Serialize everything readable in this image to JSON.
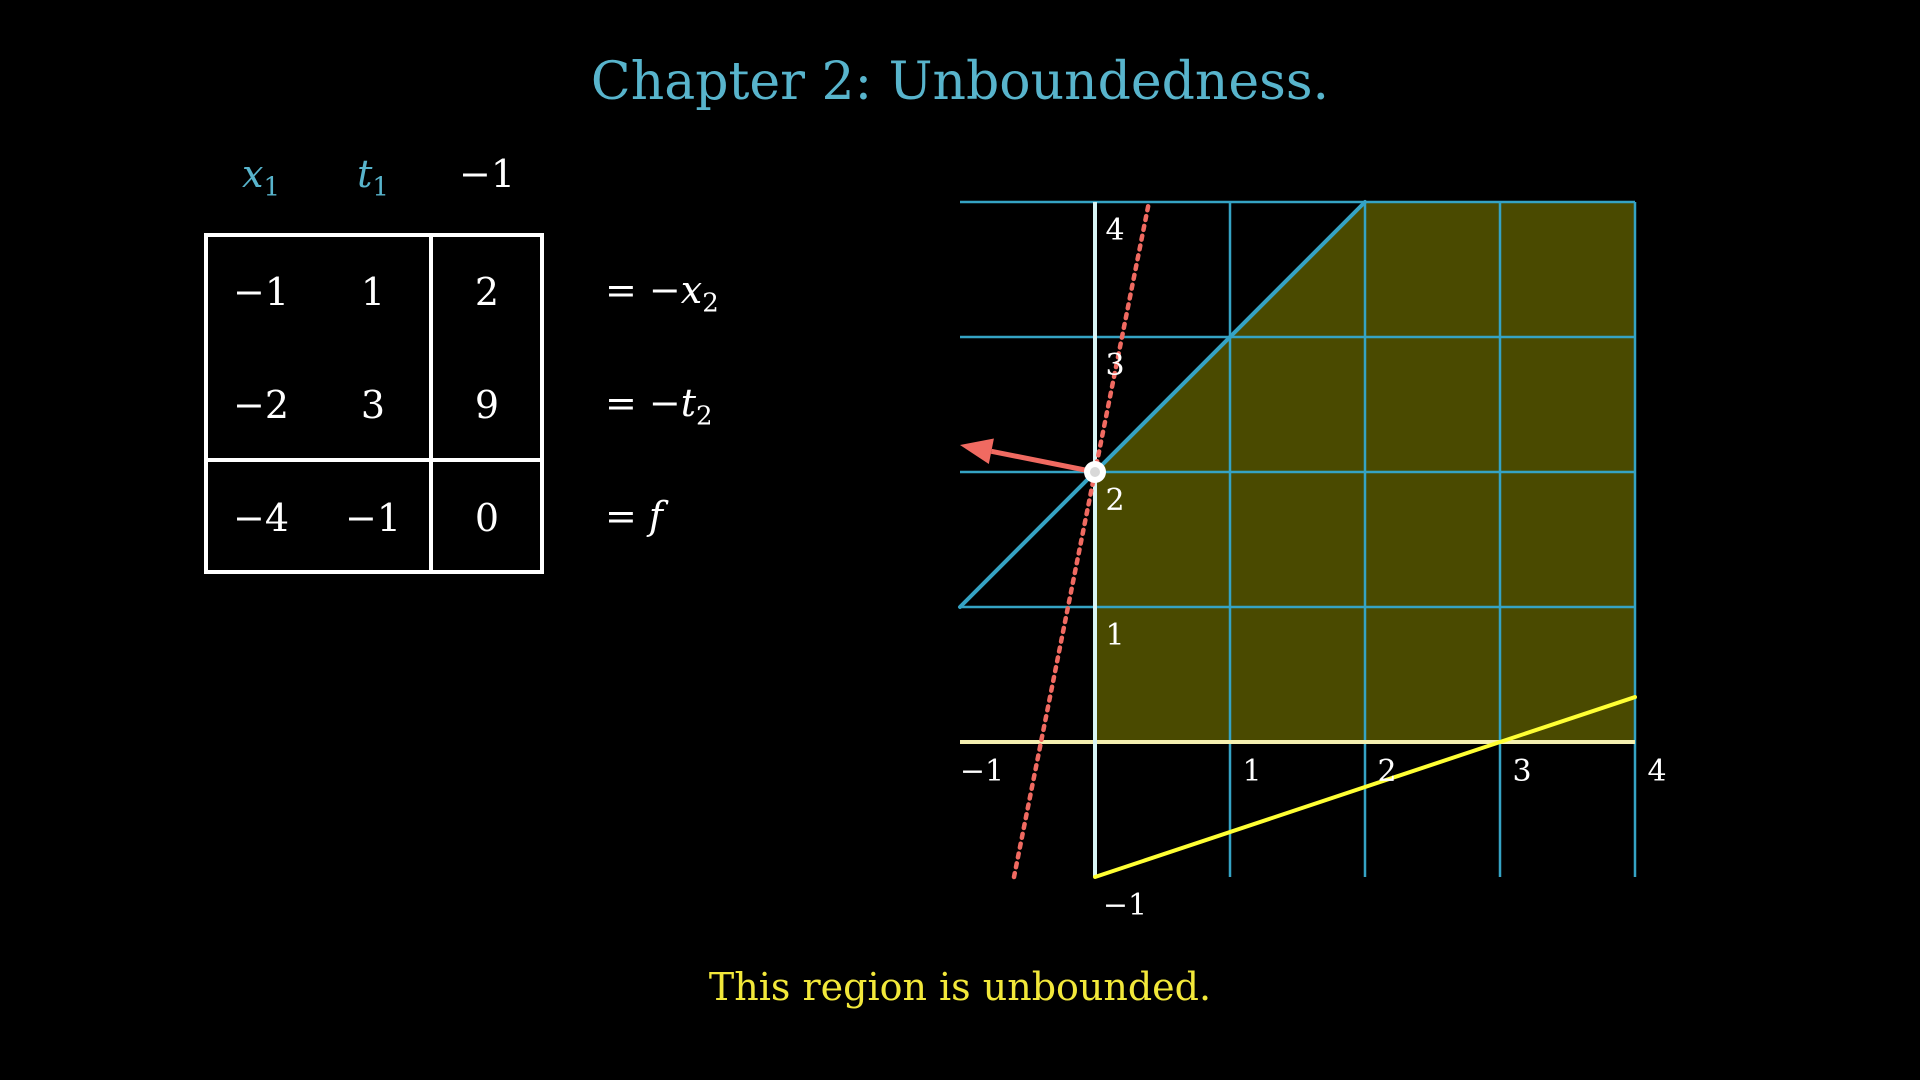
{
  "title": "Chapter 2: Unboundedness.",
  "caption": "This region is unbounded.",
  "tableau": {
    "headers": [
      {
        "var": "x",
        "sub": "1",
        "color": "#58b4cc"
      },
      {
        "var": "t",
        "sub": "1",
        "color": "#58b4cc"
      },
      {
        "text": "−1"
      }
    ],
    "rows": [
      [
        "−1",
        "1",
        "2"
      ],
      [
        "−2",
        "3",
        "9"
      ],
      [
        "−4",
        "−1",
        "0"
      ]
    ],
    "row_labels": [
      {
        "prefix": "= −",
        "var": "x",
        "sub": "2"
      },
      {
        "prefix": "= −",
        "var": "t",
        "sub": "2"
      },
      {
        "prefix": "= ",
        "var": "f",
        "sub": ""
      }
    ]
  },
  "chart_data": {
    "type": "line",
    "xlim": [
      -1,
      4
    ],
    "ylim": [
      -1,
      4
    ],
    "x_ticks": [
      "−1",
      "1",
      "2",
      "3",
      "4"
    ],
    "y_ticks": [
      "−1",
      "1",
      "2",
      "3",
      "4"
    ],
    "grid": true,
    "constraint_lines": [
      {
        "points": [
          [
            -1,
            1
          ],
          [
            2,
            4
          ]
        ],
        "color": "#35a3c4"
      },
      {
        "points": [
          [
            0,
            -1
          ],
          [
            4,
            0.333
          ]
        ],
        "color": "#ffff33"
      }
    ],
    "objective_line": {
      "points": [
        [
          -0.6,
          -1
        ],
        [
          0.4,
          4
        ]
      ],
      "color": "#f06a61",
      "style": "dotted"
    },
    "feasible_region": {
      "polygon": [
        [
          0,
          0
        ],
        [
          0,
          2
        ],
        [
          2,
          4
        ],
        [
          4,
          4
        ],
        [
          4,
          0
        ]
      ],
      "color": "#4a4a00"
    },
    "vertex": [
      0,
      2
    ],
    "arrow": {
      "from": [
        0,
        2
      ],
      "to": [
        -1,
        2.2
      ],
      "color": "#f06a61"
    },
    "axis_colors": {
      "x": "#f5f0b0",
      "y": "#d8f5f5",
      "grid": "#35a3c4"
    }
  },
  "colors": {
    "background": "#000000",
    "title": "#58b4cc",
    "caption": "#f2e83a",
    "accent_blue": "#35a3c4",
    "accent_yellow": "#ffff33",
    "accent_red": "#f06a61"
  }
}
